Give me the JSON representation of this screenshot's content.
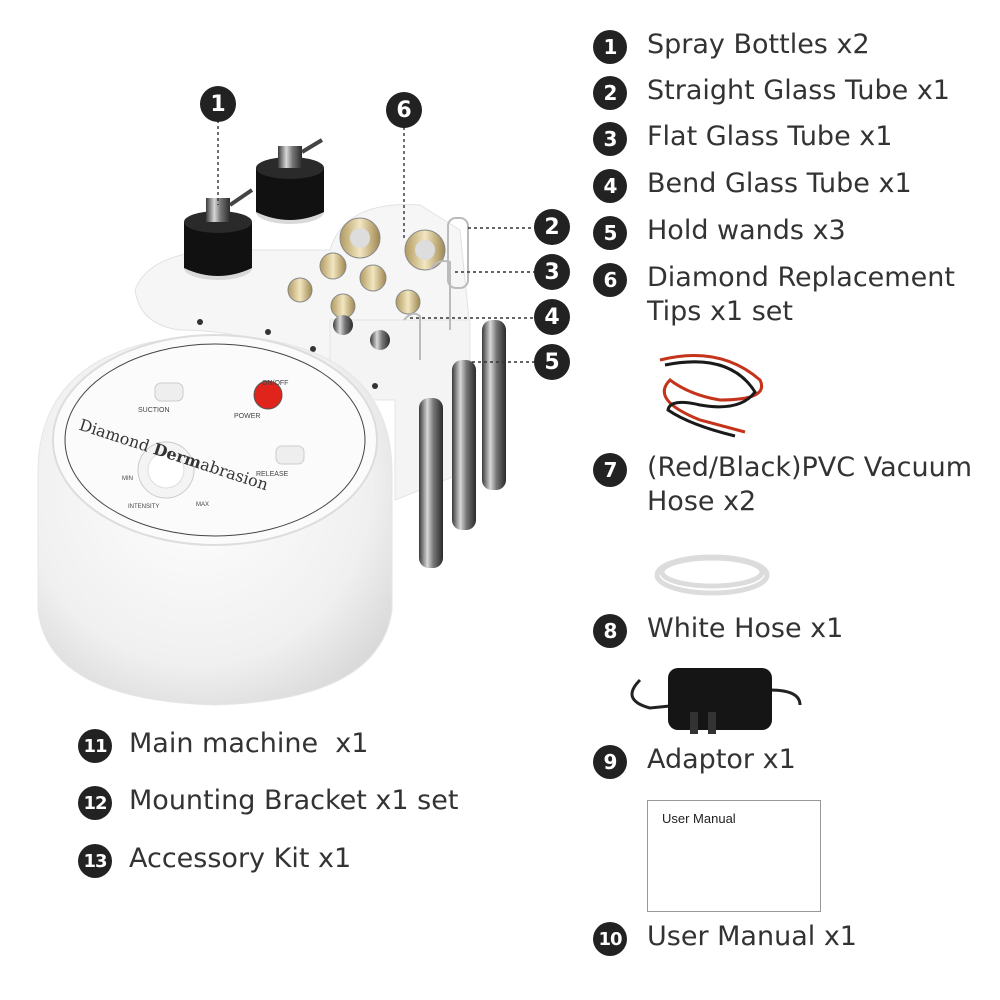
{
  "right_list": [
    {
      "num": "1",
      "text": "Spray Bottles x2"
    },
    {
      "num": "2",
      "text": "Straight Glass Tube x1"
    },
    {
      "num": "3",
      "text": "Flat Glass Tube x1"
    },
    {
      "num": "4",
      "text": "Bend Glass Tube x1"
    },
    {
      "num": "5",
      "text": "Hold wands x3"
    },
    {
      "num": "6",
      "text": "Diamond Replacement Tips x1 set"
    },
    {
      "num": "7",
      "text": "(Red/Black)PVC Vacuum Hose x2"
    },
    {
      "num": "8",
      "text": "White Hose x1"
    },
    {
      "num": "9",
      "text": "Adaptor x1"
    },
    {
      "num": "10",
      "text": "User Manual x1"
    }
  ],
  "left_list": [
    {
      "num": "11",
      "text": "Main machine  x1"
    },
    {
      "num": "12",
      "text": "Mounting Bracket x1 set"
    },
    {
      "num": "13",
      "text": "Accessory Kit x1"
    }
  ],
  "callouts": [
    "1",
    "6",
    "2",
    "3",
    "4",
    "5"
  ],
  "manual_title": "User Manual",
  "machine": {
    "brand_text_1": "Diamond ",
    "brand_text_2": "Derm",
    "brand_text_3": "abrasion",
    "on_off": "ON/OFF",
    "power": "POWER",
    "suction": "SUCTION",
    "release": "RELEASE",
    "intensity": "INTENSITY",
    "min": "MIN",
    "max": "MAX"
  },
  "colors": {
    "badge": "#222222",
    "text": "#333333",
    "power_button": "#e0231b"
  }
}
